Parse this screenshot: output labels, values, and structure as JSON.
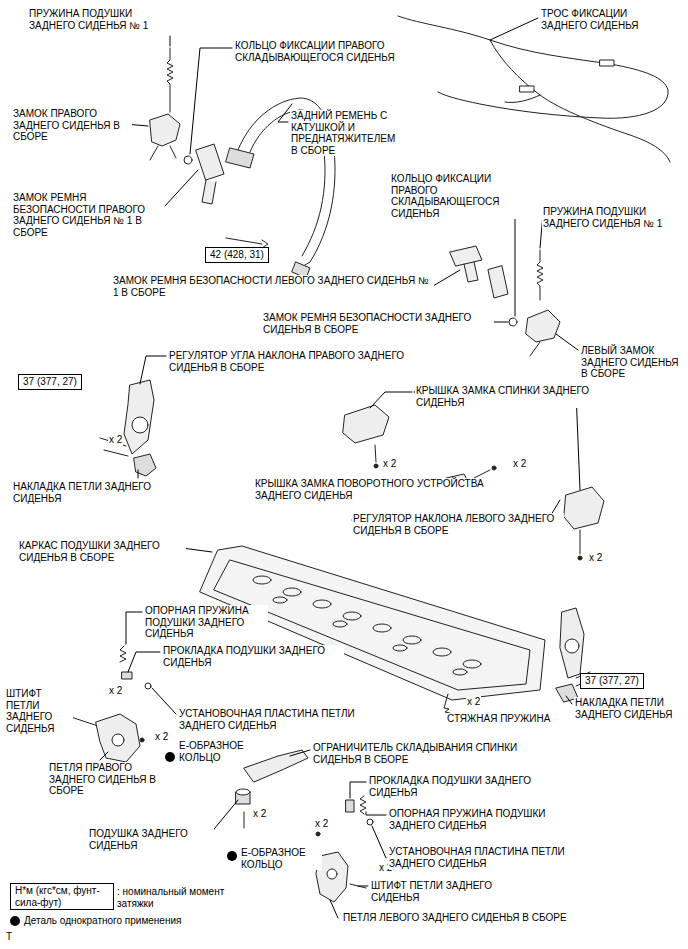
{
  "diagram": {
    "nodes": [
      {
        "text": [
          "42 (428, 31)"
        ]
      },
      {
        "text": [
          "37 (377, 27)"
        ]
      },
      {
        "text": [
          "37 (377, 27)"
        ]
      },
      {
        "text": [
          "Н*м (кгс*см, фунт-сила-фут)"
        ]
      }
    ],
    "labels": [
      "ПРУЖИНА ПОДУШКИ ЗАДНЕГО СИДЕНЬЯ № 1",
      "КОЛЬЦО ФИКСАЦИИ ПРАВОГО СКЛАДЫВАЮЩЕГОСЯ СИДЕНЬЯ",
      "ТРОС ФИКСАЦИИ ЗАДНЕГО СИДЕНЬЯ",
      "ЗАМОК ПРАВОГО ЗАДНЕГО СИДЕНЬЯ В СБОРЕ",
      "ЗАДНИЙ РЕМЕНЬ С КАТУШКОЙ И ПРЕДНАТЯЖИТЕЛЕМ В СБОРЕ",
      "КОЛЬЦО ФИКСАЦИИ ПРАВОГО СКЛАДЫВАЮЩЕГОСЯ СИДЕНЬЯ",
      "ПРУЖИНА ПОДУШКИ ЗАДНЕГО СИДЕНЬЯ № 1",
      "ЗАМОК РЕМНЯ БЕЗОПАСНОСТИ ПРАВОГО ЗАДНЕГО СИДЕНЬЯ № 1 В СБОРЕ",
      "ЗАМОК РЕМНЯ БЕЗОПАСНОСТИ ЛЕВОГО ЗАДНЕГО СИДЕНЬЯ № 1 В СБОРЕ",
      "ЗАМОК РЕМНЯ БЕЗОПАСНОСТИ ЗАДНЕГО СИДЕНЬЯ В СБОРЕ",
      "ЛЕВЫЙ ЗАМОК ЗАДНЕГО СИДЕНЬЯ В СБОРЕ",
      "РЕГУЛЯТОР УГЛА НАКЛОНА ПРАВОГО ЗАДНЕГО СИДЕНЬЯ В СБОРЕ",
      "КРЫШКА ЗАМКА СПИНКИ ЗАДНЕГО СИДЕНЬЯ",
      "x 2",
      "x 2",
      "x 2",
      "КРЫШКА ЗАМКА ПОВОРОТНОГО УСТРОЙСТВА ЗАДНЕГО СИДЕНЬЯ",
      "НАКЛАДКА ПЕТЛИ ЗАДНЕГО СИДЕНЬЯ",
      "РЕГУЛЯТОР НАКЛОНА ЛЕВОГО ЗАДНЕГО СИДЕНЬЯ В СБОРЕ",
      "x 2",
      "КАРКАС ПОДУШКИ ЗАДНЕГО СИДЕНЬЯ В СБОРЕ",
      "x 2",
      "НАКЛАДКА ПЕТЛИ ЗАДНЕГО СИДЕНЬЯ",
      "ОПОРНАЯ ПРУЖИНА ПОДУШКИ ЗАДНЕГО СИДЕНЬЯ",
      "ПРОКЛАДКА ПОДУШКИ ЗАДНЕГО СИДЕНЬЯ",
      "x 2",
      "ШТИФТ ПЕТЛИ ЗАДНЕГО СИДЕНЬЯ",
      "УСТАНОВОЧНАЯ ПЛАСТИНА ПЕТЛИ ЗАДНЕГО СИДЕНЬЯ",
      "x 2",
      "СТЯЖНАЯ ПРУЖИНА",
      "x 2",
      "ПЕТЛЯ ПРАВОГО ЗАДНЕГО СИДЕНЬЯ В СБОРЕ",
      "Е-ОБРАЗНОЕ КОЛЬЦО",
      "ОГРАНИЧИТЕЛЬ СКЛАДЫВАНИЯ СПИНКИ СИДЕНЬЯ В СБОРЕ",
      "x 2",
      "ПОДУШКА ЗАДНЕГО СИДЕНЬЯ",
      "x 2",
      "Е-ОБРАЗНОЕ КОЛЬЦО",
      "ПРОКЛАДКА ПОДУШКИ ЗАДНЕГО СИДЕНЬЯ",
      "ОПОРНАЯ ПРУЖИНА ПОДУШКИ ЗАДНЕГО СИДЕНЬЯ",
      "x 2",
      "УСТАНОВОЧНАЯ ПЛАСТИНА ПЕТЛИ ЗАДНЕГО СИДЕНЬЯ",
      "ШТИФТ ПЕТЛИ ЗАДНЕГО СИДЕНЬЯ",
      "ПЕТЛЯ ЛЕВОГО ЗАДНЕГО СИДЕНЬЯ В СБОРЕ",
      ": номинальный момент затяжки",
      "T"
    ],
    "legend": [
      {
        "text": "Деталь однократного применения",
        "color": "#000000"
      }
    ]
  }
}
